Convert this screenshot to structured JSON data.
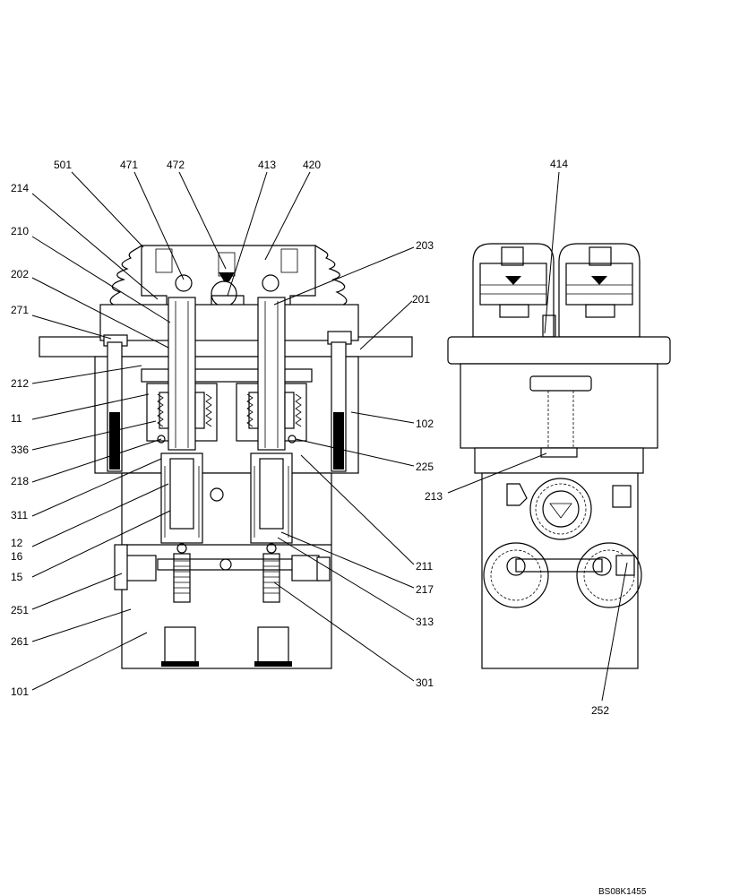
{
  "callouts": {
    "c501": "501",
    "c471": "471",
    "c472": "472",
    "c413": "413",
    "c420": "420",
    "c414": "414",
    "c214": "214",
    "c210": "210",
    "c202": "202",
    "c271": "271",
    "c212": "212",
    "c11": "11",
    "c336": "336",
    "c218": "218",
    "c311": "311",
    "c12": "12",
    "c16": "16",
    "c15": "15",
    "c251": "251",
    "c261": "261",
    "c101": "101",
    "c203": "203",
    "c201": "201",
    "c102": "102",
    "c225": "225",
    "c213": "213",
    "c211": "211",
    "c217": "217",
    "c313": "313",
    "c301": "301",
    "c252": "252"
  },
  "drawing_code": "BS08K1455"
}
